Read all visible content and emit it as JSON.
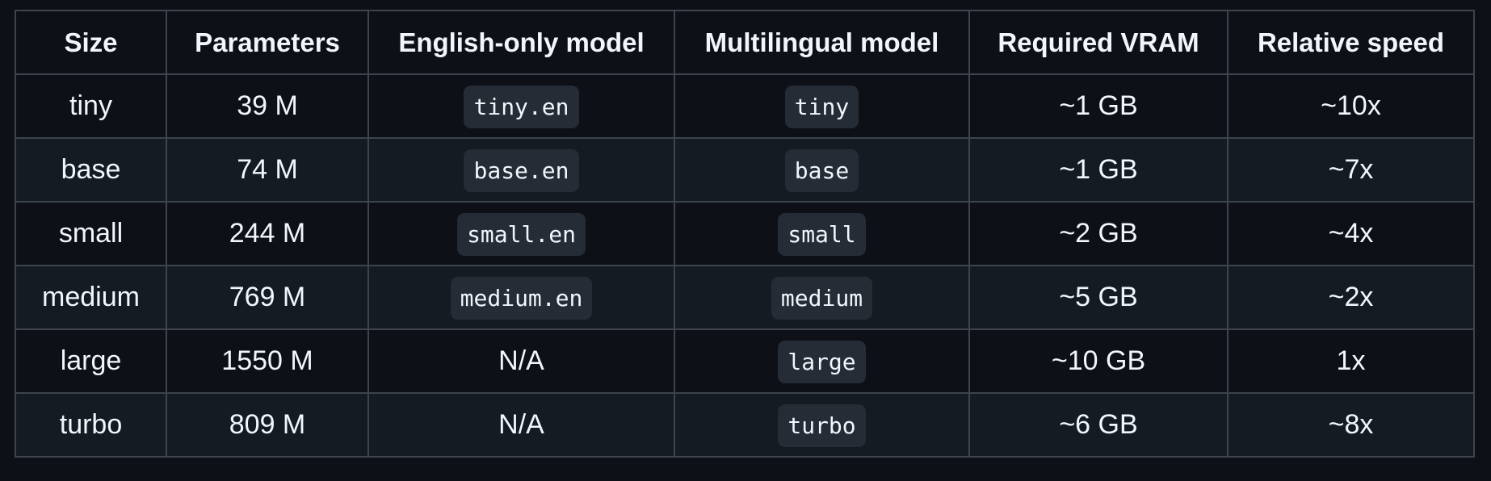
{
  "table": {
    "headers": [
      "Size",
      "Parameters",
      "English-only model",
      "Multilingual model",
      "Required VRAM",
      "Relative speed"
    ],
    "rows": [
      {
        "size": "tiny",
        "parameters": "39 M",
        "english_only": "tiny.en",
        "english_is_code": true,
        "multilingual": "tiny",
        "vram": "~1 GB",
        "speed": "~10x"
      },
      {
        "size": "base",
        "parameters": "74 M",
        "english_only": "base.en",
        "english_is_code": true,
        "multilingual": "base",
        "vram": "~1 GB",
        "speed": "~7x"
      },
      {
        "size": "small",
        "parameters": "244 M",
        "english_only": "small.en",
        "english_is_code": true,
        "multilingual": "small",
        "vram": "~2 GB",
        "speed": "~4x"
      },
      {
        "size": "medium",
        "parameters": "769 M",
        "english_only": "medium.en",
        "english_is_code": true,
        "multilingual": "medium",
        "vram": "~5 GB",
        "speed": "~2x"
      },
      {
        "size": "large",
        "parameters": "1550 M",
        "english_only": "N/A",
        "english_is_code": false,
        "multilingual": "large",
        "vram": "~10 GB",
        "speed": "1x"
      },
      {
        "size": "turbo",
        "parameters": "809 M",
        "english_only": "N/A",
        "english_is_code": false,
        "multilingual": "turbo",
        "vram": "~6 GB",
        "speed": "~8x"
      }
    ]
  },
  "colors": {
    "background": "#0d1117",
    "row_alt": "#151b23",
    "border": "#3d444d",
    "code_bg": "#262c36",
    "text": "#f0f6fc"
  }
}
